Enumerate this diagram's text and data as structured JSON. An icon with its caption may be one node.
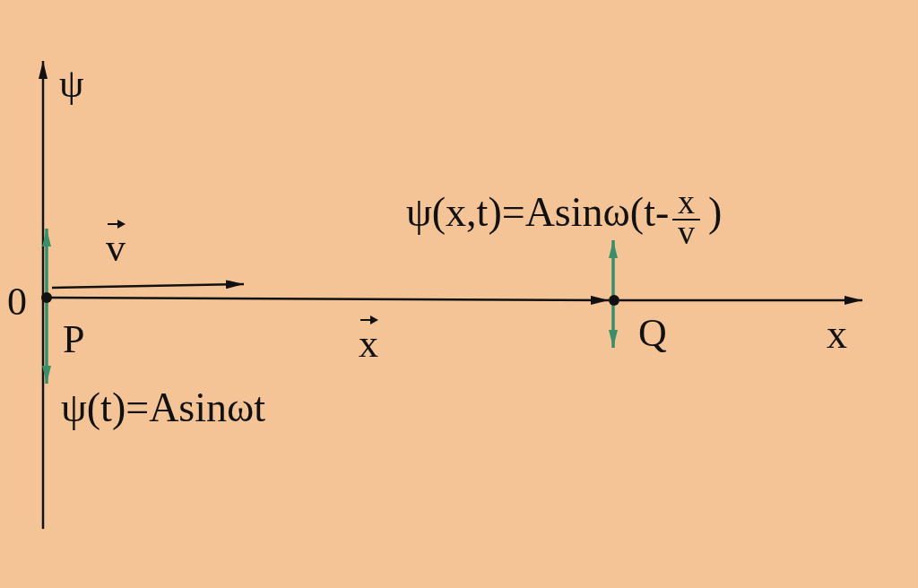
{
  "diagram": {
    "nodes": [
      {
        "text": [],
        "shape": "circle",
        "beside": [
          "P"
        ]
      },
      {
        "text": [],
        "shape": "circle",
        "beside": [
          "Q"
        ]
      }
    ],
    "edges": [
      {
        "from": 0,
        "to": 1,
        "arrow": "to",
        "label": "x"
      },
      {
        "from": 0,
        "to": null,
        "arrow": "to",
        "label": "v"
      }
    ],
    "labels": [
      "ψ",
      "0",
      "x",
      "ψ(t)=Asinωt",
      "ψ(x,t)=Asinω(t-",
      "x",
      "v",
      ")"
    ]
  }
}
